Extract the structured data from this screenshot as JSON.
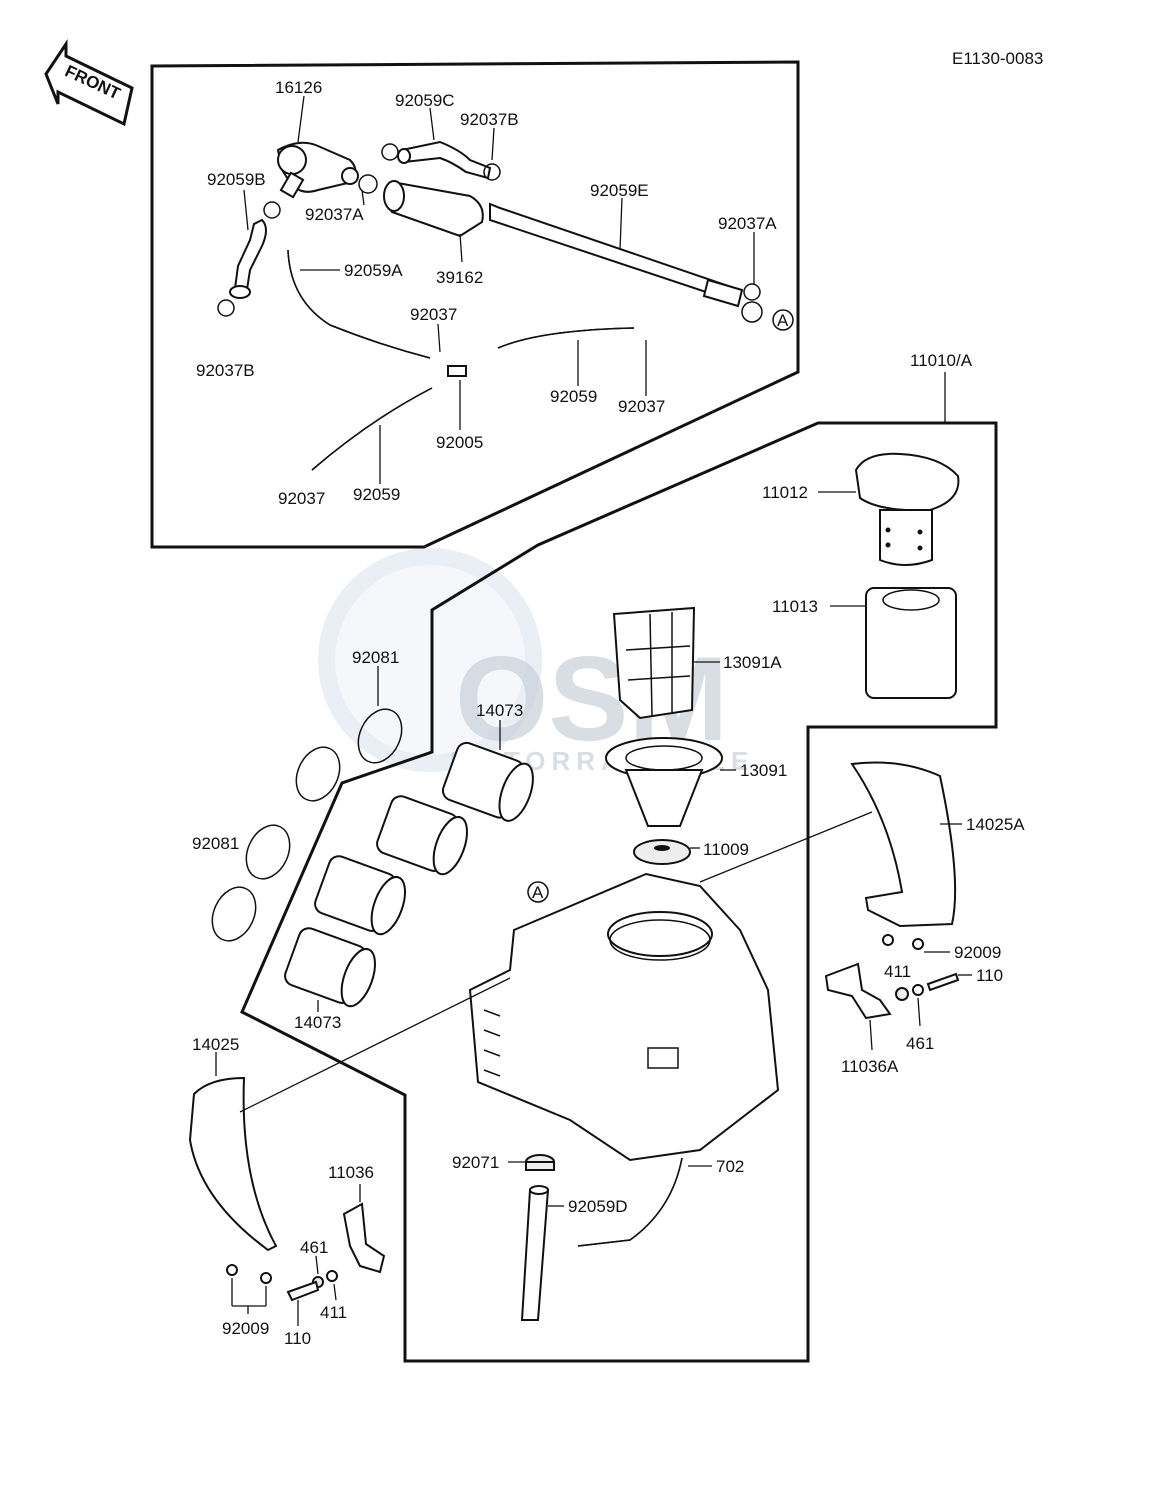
{
  "header": {
    "code": "E1130-0083",
    "front_label": "FRONT"
  },
  "watermark": {
    "brand": "OSM",
    "sub": "MOTORRADTEILE"
  },
  "callouts": {
    "marker_a": "A",
    "p16126": "16126",
    "p92059C": "92059C",
    "p92037B_top": "92037B",
    "p92059B": "92059B",
    "p92037A_mid": "92037A",
    "p92059E": "92059E",
    "p92037A_right": "92037A",
    "p92059A": "92059A",
    "p39162": "39162",
    "p92037B_left": "92037B",
    "p92037_a": "92037",
    "p92059_a": "92059",
    "p92037_b": "92037",
    "p92005": "92005",
    "p92037_c": "92037",
    "p92059_b": "92059",
    "p11010A": "11010/A",
    "p11012": "11012",
    "p11013": "11013",
    "p13091A": "13091A",
    "p92081_top": "92081",
    "p14073_top": "14073",
    "p13091": "13091",
    "p11009": "11009",
    "p14025A": "14025A",
    "p92081_left": "92081",
    "p92009_right": "92009",
    "p411_right": "411",
    "p110_right": "110",
    "p461_right": "461",
    "p11036A": "11036A",
    "p14073_bottom": "14073",
    "p14025": "14025",
    "p11036": "11036",
    "p92071": "92071",
    "p702": "702",
    "p92059D": "92059D",
    "p461_left": "461",
    "p92009_left": "92009",
    "p110_left": "110",
    "p411_left": "411"
  }
}
